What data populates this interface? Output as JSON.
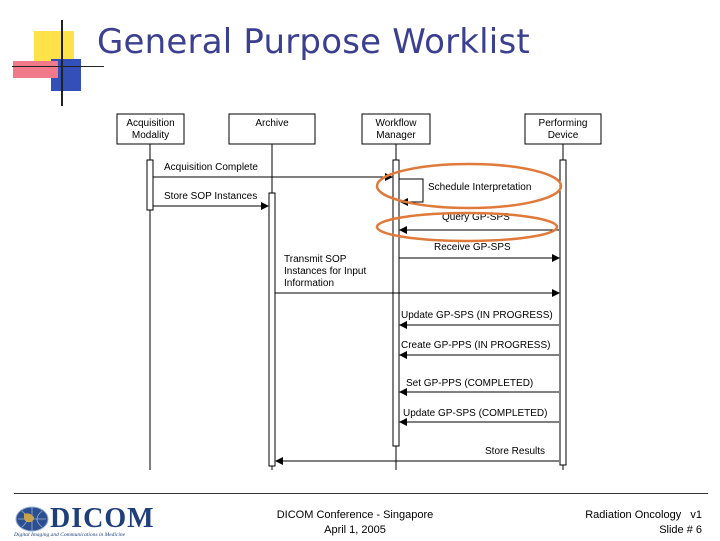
{
  "slide": {
    "title": "General Purpose Worklist"
  },
  "diagram": {
    "actors": [
      {
        "line1": "Acquisition",
        "line2": "Modality"
      },
      {
        "line1": "Archive",
        "line2": ""
      },
      {
        "line1": "Workflow",
        "line2": "Manager"
      },
      {
        "line1": "Performing",
        "line2": "Device"
      }
    ],
    "messages": {
      "acquisition_complete": "Acquisition Complete",
      "store_sop_instances": "Store SOP Instances",
      "schedule_interpretation": "Schedule Interpretation",
      "query_gp_sps": "Query GP-SPS",
      "receive_gp_sps": "Receive GP-SPS",
      "transmit_line1": "Transmit SOP",
      "transmit_line2": "Instances for Input",
      "transmit_line3": "Information",
      "update_sps_in_progress": "Update GP-SPS (IN PROGRESS)",
      "create_pps_in_progress": "Create GP-PPS (IN PROGRESS)",
      "set_pps_completed": "Set GP-PPS (COMPLETED)",
      "update_sps_completed": "Update GP-SPS (COMPLETED)",
      "store_results": "Store Results"
    },
    "highlight_color": "#e07a3a"
  },
  "footer": {
    "logo_word": "DICOM",
    "logo_tagline": "Digital Imaging and Communications in Medicine",
    "conference": "DICOM Conference - Singapore",
    "date": "April 1, 2005",
    "topic": "Radiation Oncology   v1",
    "slide_number": "Slide # 6"
  }
}
